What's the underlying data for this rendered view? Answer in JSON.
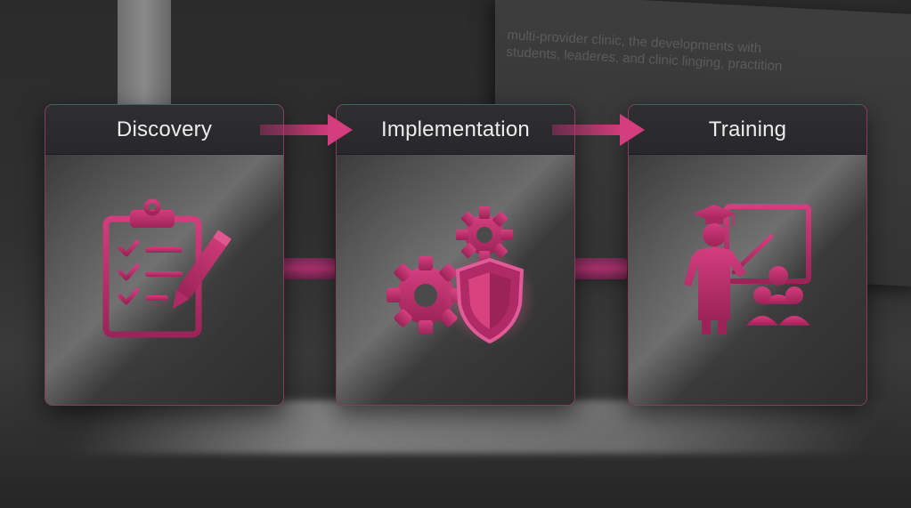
{
  "background_text": [
    "multi-provider clinic, the developments with",
    "students, leaderes, and clinic linging, practition"
  ],
  "steps": [
    {
      "title": "Discovery",
      "icon": "clipboard-checklist-icon"
    },
    {
      "title": "Implementation",
      "icon": "gears-shield-icon"
    },
    {
      "title": "Training",
      "icon": "teacher-presentation-icon"
    }
  ],
  "colors": {
    "accent": "#c2316f",
    "accent_dark": "#8e1f50",
    "header": "#2b2b2e",
    "title_text": "#ececec"
  }
}
